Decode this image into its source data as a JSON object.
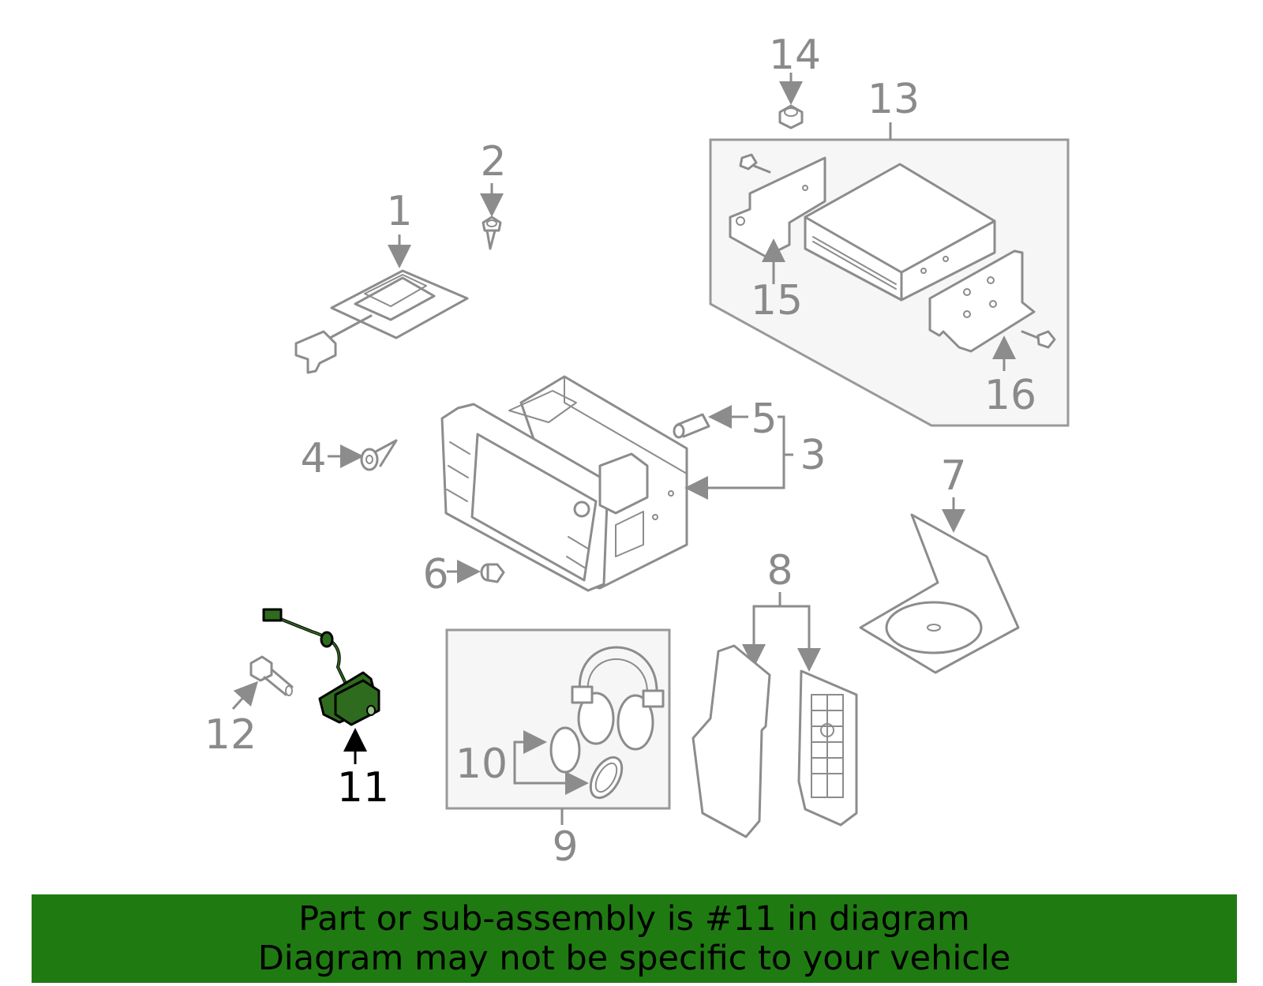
{
  "callouts": {
    "c1": "1",
    "c2": "2",
    "c3": "3",
    "c4": "4",
    "c5": "5",
    "c6": "6",
    "c7": "7",
    "c8": "8",
    "c9": "9",
    "c10": "10",
    "c11": "11",
    "c12": "12",
    "c13": "13",
    "c14": "14",
    "c15": "15",
    "c16": "16"
  },
  "highlighted_part": "11",
  "banner": {
    "line1": "Part or sub-assembly is #11 in diagram",
    "line2": "Diagram may not be specific to your vehicle"
  },
  "colors": {
    "banner_bg": "#1f7a12",
    "highlight_part": "#2e6b1e",
    "part_lines": "#8c8c8c",
    "box_fill": "#f6f6f6"
  }
}
